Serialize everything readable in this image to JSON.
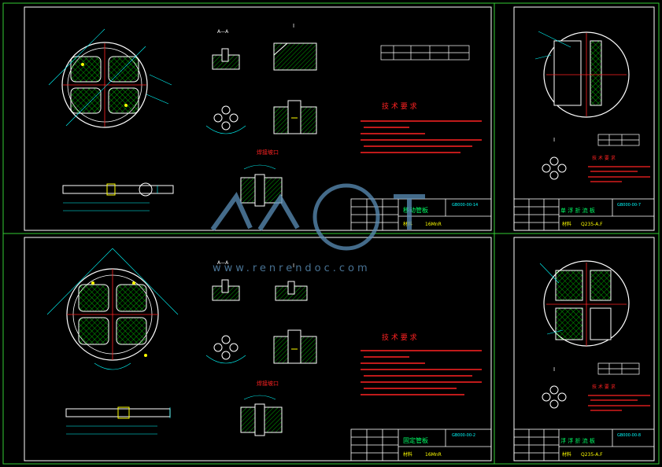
{
  "sheets": [
    {
      "id": "top-left",
      "tech_title": "技 术 要 求",
      "title": "移动管板",
      "drawing_no": "GB000-00-14",
      "material": "16MnR",
      "material_label": "材料",
      "section_label": "A—A",
      "zoom_label": "I",
      "weld_label": "焊接坡口"
    },
    {
      "id": "top-right",
      "tech_title": "技 术 要 求",
      "title": "单 浮 折 流 板",
      "drawing_no": "GB000-00-7",
      "material": "Q235-A.F",
      "material_label": "材料",
      "zoom_label": "I"
    },
    {
      "id": "bottom-left",
      "tech_title": "技 术 要 求",
      "title": "固定管板",
      "drawing_no": "GB000-00-2",
      "material": "16MnR",
      "material_label": "材料",
      "section_label": "A—A",
      "zoom_label": "I",
      "weld_label": "焊接坡口"
    },
    {
      "id": "bottom-right",
      "tech_title": "技 术 要 求",
      "title": "浮 浮 折 流 板",
      "drawing_no": "GB000-00-8",
      "material": "Q235-A.F",
      "material_label": "材料",
      "zoom_label": "I"
    }
  ],
  "watermark": {
    "text": "www.renrendoc.com"
  },
  "colors": {
    "background": "#000000",
    "frame": "#33cc33",
    "outline": "#ffffff",
    "annotation": "#00ffff",
    "hatch": "#00cc00",
    "text_red": "#ff2222",
    "accent_yellow": "#ffff00",
    "watermark": "#5b8fb8"
  }
}
